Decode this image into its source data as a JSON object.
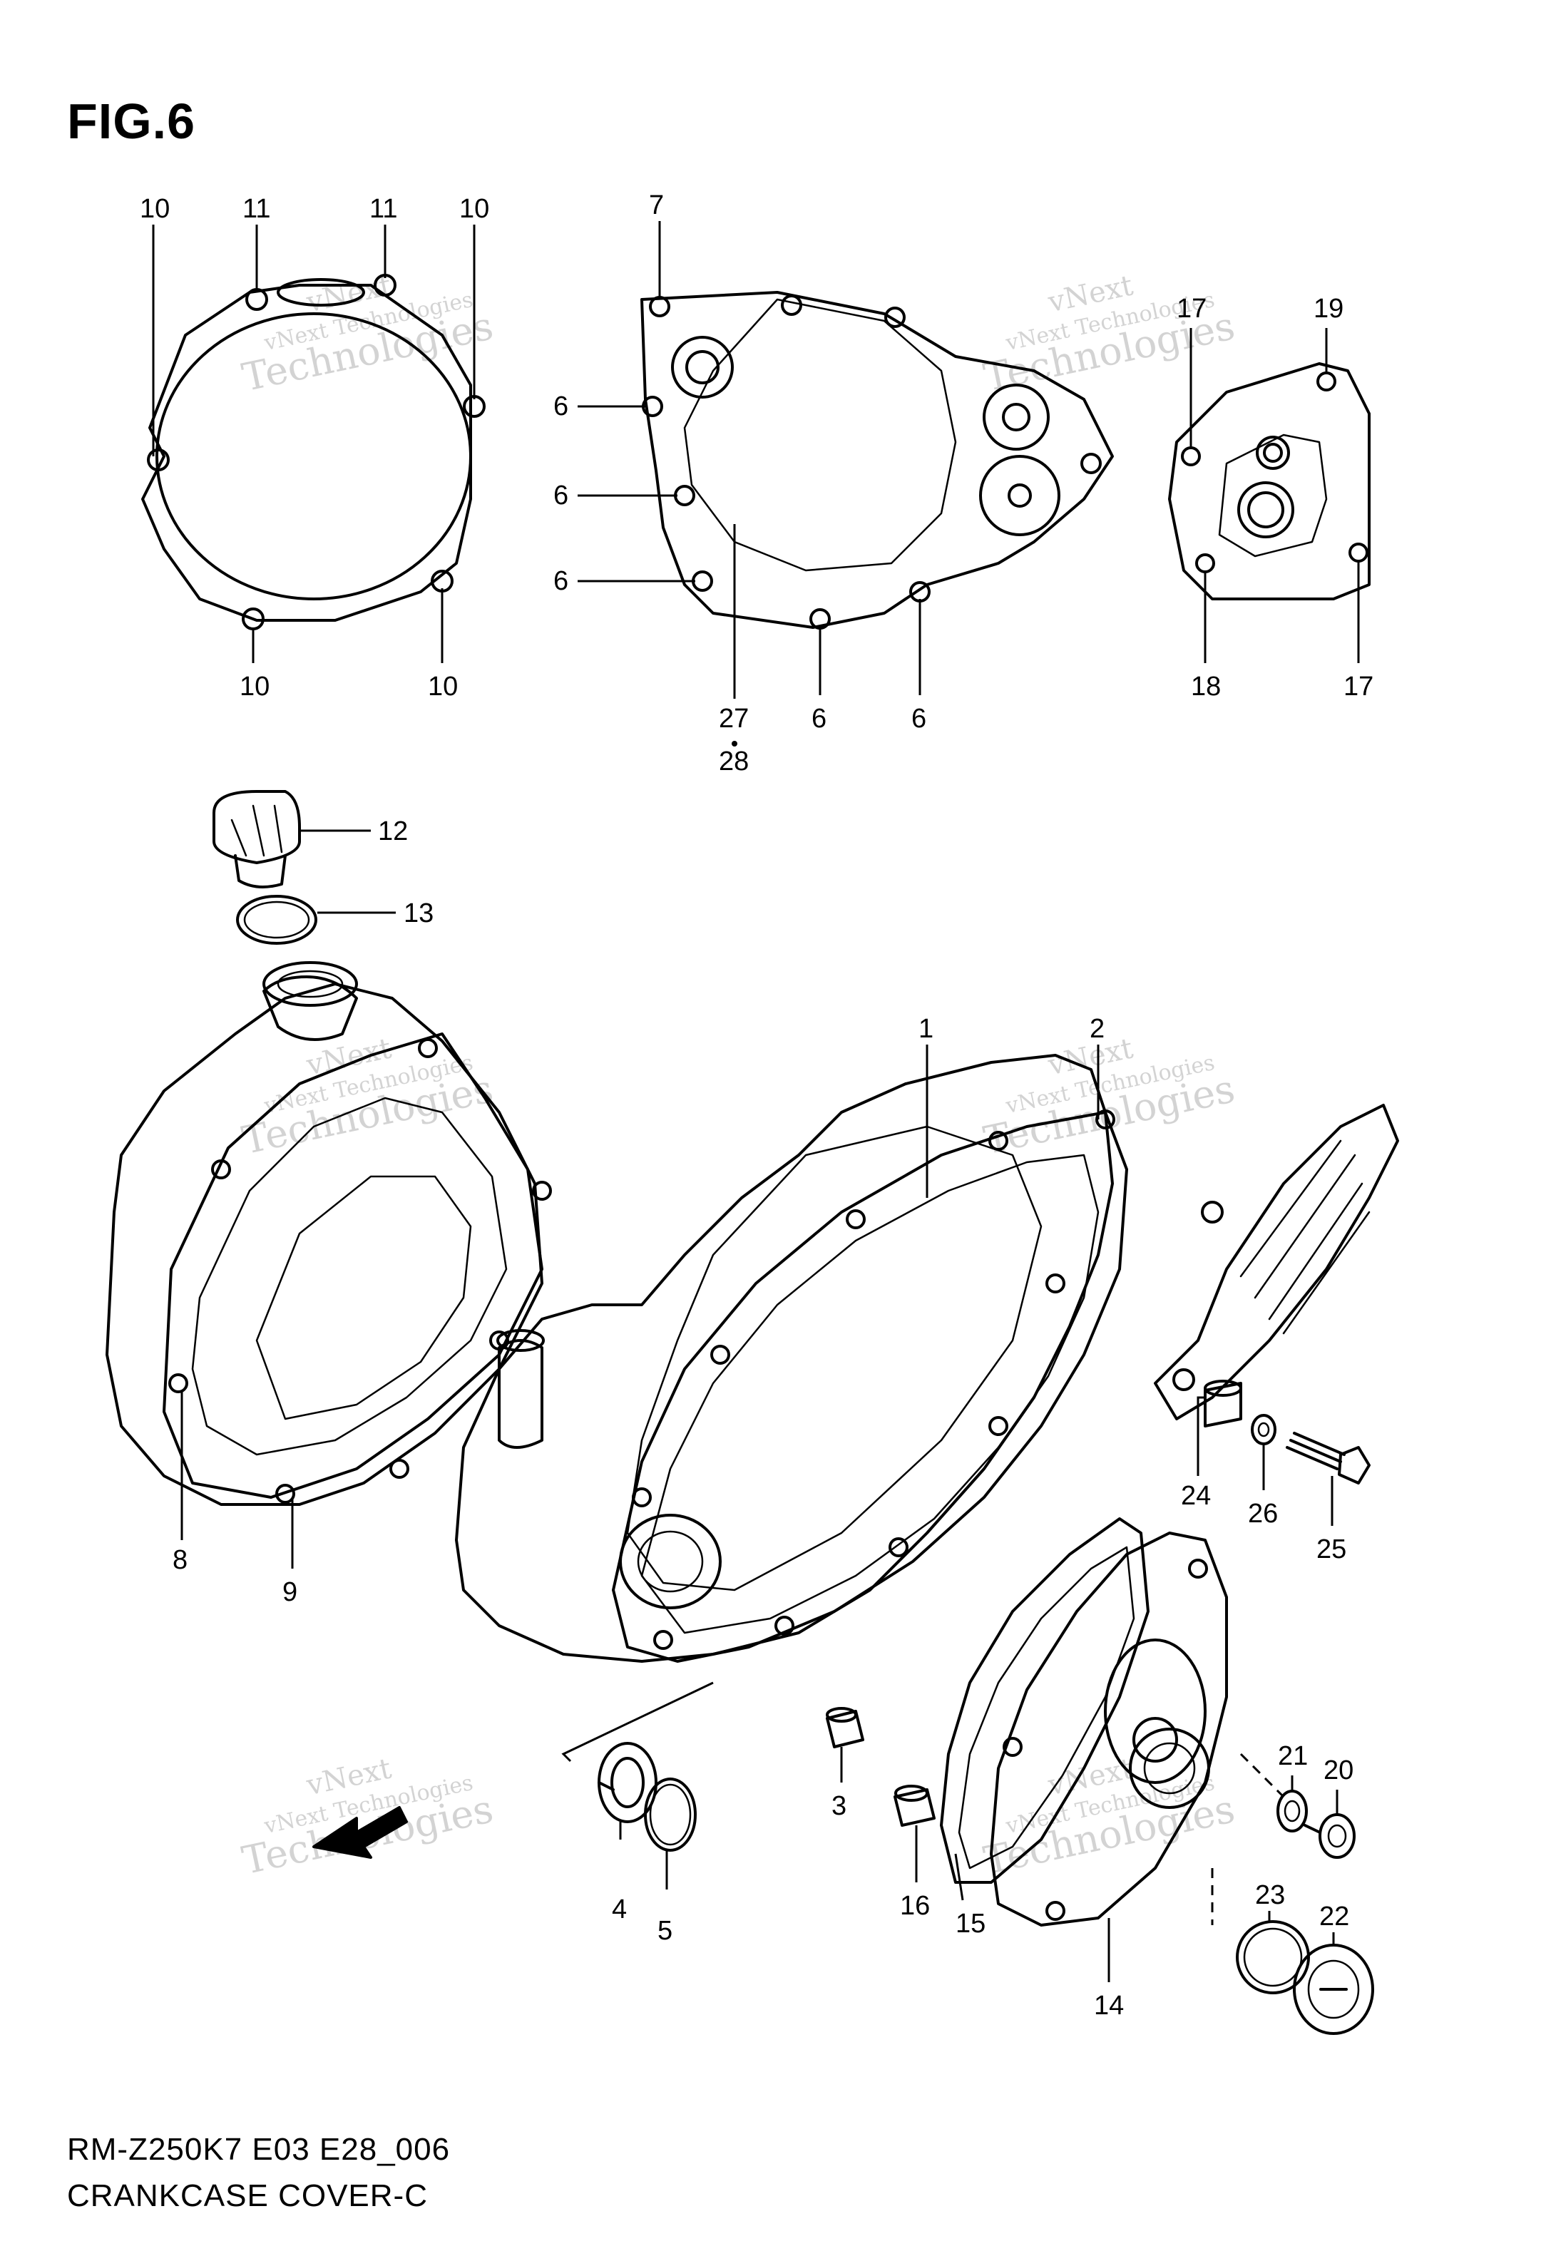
{
  "figure": {
    "title": "FIG.6",
    "model_code": "RM-Z250K7 E03 E28_006",
    "section_name": "CRANKCASE COVER-C"
  },
  "watermark": {
    "line1": "vNext",
    "line2": "vNext Technologies",
    "line3": "Technologies"
  },
  "callouts": {
    "c1": "1",
    "c2": "2",
    "c3": "3",
    "c4": "4",
    "c5": "5",
    "c6a": "6",
    "c6b": "6",
    "c6c": "6",
    "c6d": "6",
    "c6e": "6",
    "c7": "7",
    "c8": "8",
    "c9": "9",
    "c10a": "10",
    "c10b": "10",
    "c10c": "10",
    "c10d": "10",
    "c11a": "11",
    "c11b": "11",
    "c12": "12",
    "c13": "13",
    "c14": "14",
    "c15": "15",
    "c16": "16",
    "c17a": "17",
    "c17b": "17",
    "c18": "18",
    "c19": "19",
    "c20": "20",
    "c21": "21",
    "c22": "22",
    "c23": "23",
    "c24": "24",
    "c25": "25",
    "c26": "26",
    "c27": "27",
    "c28": "28"
  },
  "colors": {
    "line": "#000000",
    "background": "#ffffff",
    "watermark": "#c9c9c9"
  }
}
